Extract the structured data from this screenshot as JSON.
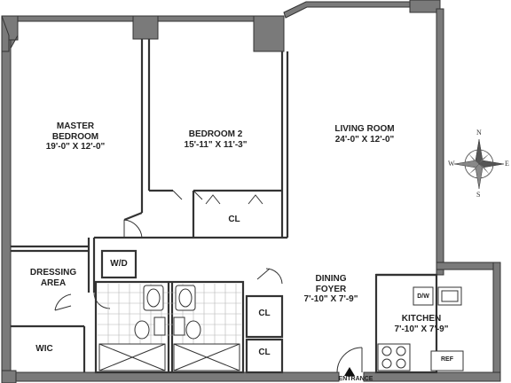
{
  "rooms": {
    "master": {
      "name_line1": "MASTER",
      "name_line2": "BEDROOM",
      "dims": "19'-0\" X 12'-0\""
    },
    "bedroom2": {
      "name": "BEDROOM 2",
      "dims": "15'-11\" X 11'-3\""
    },
    "living": {
      "name": "LIVING ROOM",
      "dims": "24'-0\" X 12'-0\""
    },
    "dining": {
      "name_line1": "DINING",
      "name_line2": "FOYER",
      "dims": "7'-10\" X 7'-9\""
    },
    "kitchen": {
      "name": "KITCHEN",
      "dims": "7'-10\" X 7'-9\""
    },
    "dressing": {
      "name_line1": "DRESSING",
      "name_line2": "AREA"
    },
    "wic": {
      "name": "WIC"
    },
    "wd": {
      "name": "W/D"
    },
    "closet_bed2": {
      "name": "CL"
    },
    "closet_bath": {
      "name": "CL"
    },
    "closet_entry": {
      "name": "CL"
    }
  },
  "appliances": {
    "dw": "D/W",
    "ref": "REF"
  },
  "compass": {
    "n": "N",
    "s": "S",
    "e": "E",
    "w": "W"
  },
  "entrance": {
    "label": "ENTRANCE"
  },
  "colors": {
    "wall": "#7a7a7a",
    "wall_dark": "#5c5c5c",
    "line": "#222222",
    "tile": "#b5b5b5"
  }
}
